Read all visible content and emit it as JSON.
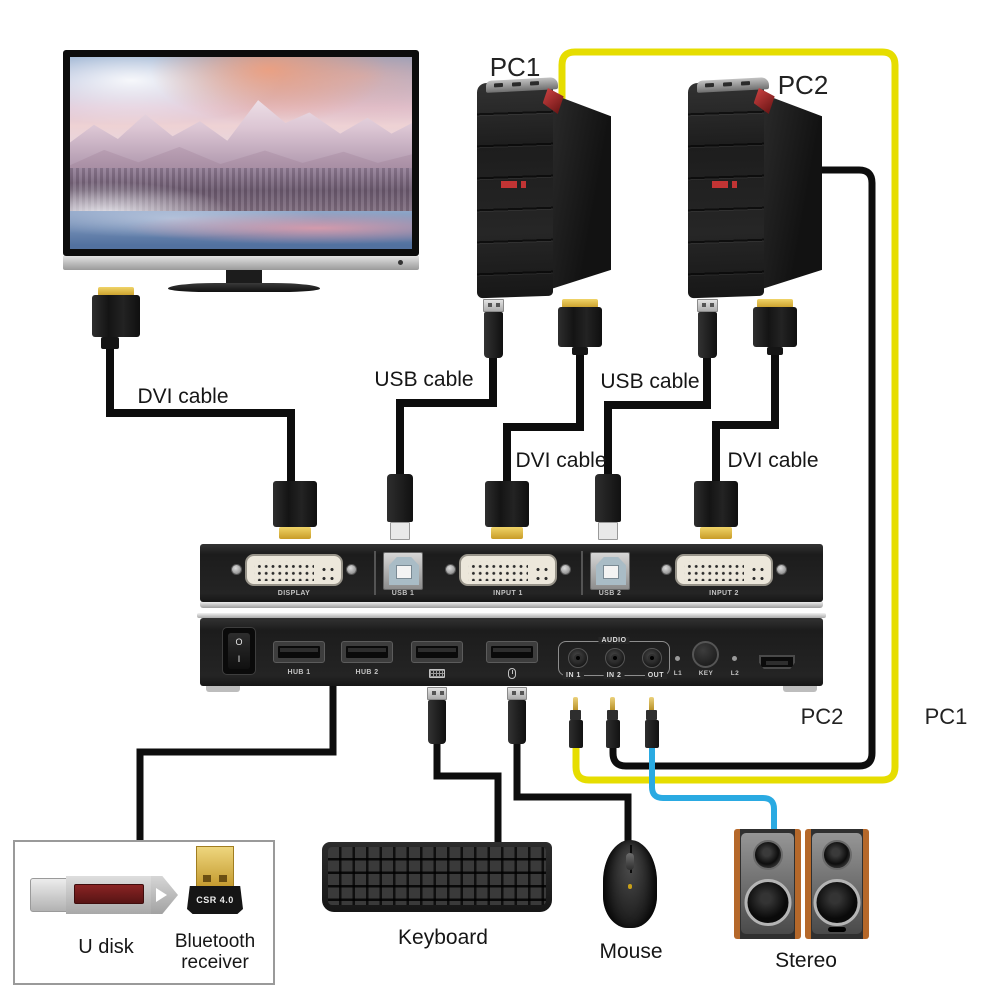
{
  "pcs": {
    "pc1_top": "PC1",
    "pc2_top": "PC2",
    "pc2_cable": "PC2",
    "pc1_cable": "PC1"
  },
  "cables": {
    "dvi_tv": "DVI cable",
    "usb_pc1": "USB cable",
    "dvi_pc1": "DVI cable",
    "usb_pc2": "USB cable",
    "dvi_pc2": "DVI cable"
  },
  "kvm": {
    "rear": {
      "display": "DISPLAY",
      "usb1": "USB 1",
      "input1": "INPUT 1",
      "usb2": "USB 2",
      "input2": "INPUT 2"
    },
    "front": {
      "power_o": "O",
      "power_i": "I",
      "hub1": "HUB 1",
      "hub2": "HUB 2",
      "audio": "AUDIO",
      "in1": "IN 1",
      "in2": "IN 2",
      "out": "OUT",
      "l1": "L1",
      "key": "KEY",
      "l2": "L2"
    }
  },
  "peripherals": {
    "u_disk": "U disk",
    "bluetooth_line1": "Bluetooth",
    "bluetooth_line2": "receiver",
    "bluetooth_chip": "CSR 4.0",
    "keyboard": "Keyboard",
    "mouse": "Mouse",
    "stereo": "Stereo"
  },
  "colors": {
    "cable_yellow": "#e6dd00",
    "cable_blue": "#2aaae2",
    "cable_black": "#0d0d0d",
    "pc_accent_red": "#c23434",
    "speaker_orange": "#b5682a",
    "udisk_stripe": "#6e1d1d"
  }
}
